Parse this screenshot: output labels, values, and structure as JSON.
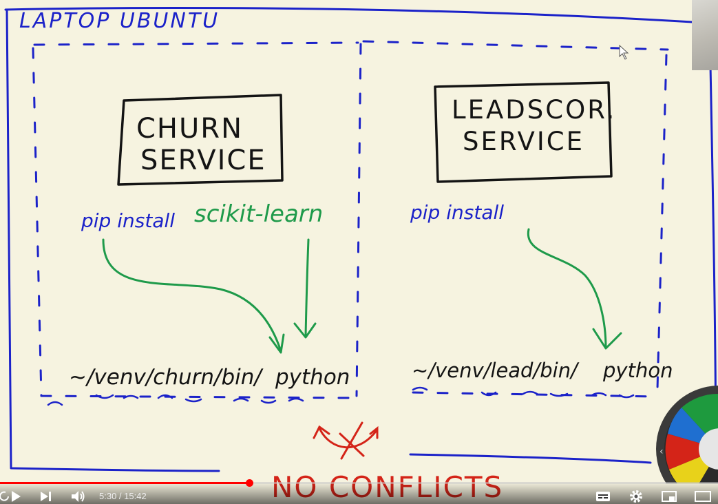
{
  "board": {
    "title": "LAPTOP UBUNTU",
    "churn_box_line1": "CHURN",
    "churn_box_line2": "SERVICE",
    "lead_box_line1": "LEADSCOR.",
    "lead_box_line2": "SERVICE",
    "pip_left": "pip install",
    "sklearn": "scikit-learn",
    "pip_right": "pip install",
    "venv_churn_prefix": "~/venv/churn/bin/",
    "venv_churn_python": "python",
    "venv_lead_prefix": "~/venv/lead/bin/",
    "venv_lead_python": "python",
    "footer": "NO CONFLICTS"
  },
  "colors": {
    "blue": "#1b22c9",
    "green": "#1e9a4a",
    "black": "#141414",
    "red": "#d42418",
    "paper": "#f6f3e0"
  },
  "player": {
    "progress_fraction": 0.3466,
    "time_current": "5:30",
    "time_separator": " / ",
    "time_total": "15:42",
    "icons": [
      "replay-icon",
      "play-icon",
      "next-icon",
      "volume-icon",
      "subtitles-icon",
      "settings-icon",
      "miniplayer-icon",
      "theater-icon"
    ]
  }
}
